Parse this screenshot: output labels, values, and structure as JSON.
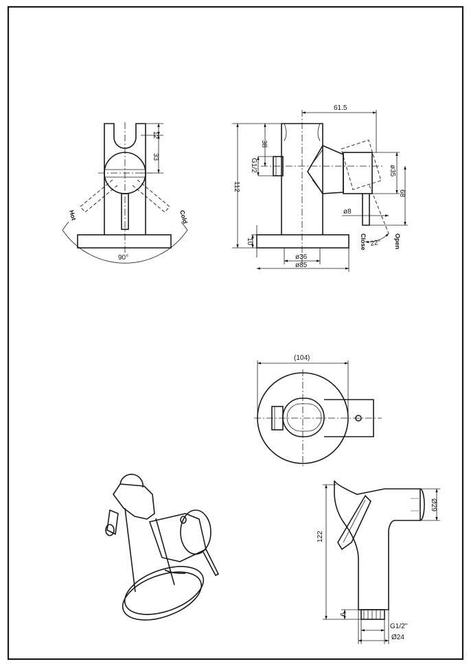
{
  "labels": {
    "front": {
      "d12": "12",
      "d33": "33",
      "hot": "Hot",
      "cold": "Cold",
      "angle": "90°"
    },
    "side": {
      "d61_5": "61.5",
      "d38": "38",
      "g12": "G1/2",
      "d112": "112",
      "d10": "10",
      "d35": "ø35",
      "d68": "68",
      "d8": "ø8",
      "close": "Close",
      "open": "Open",
      "angle": "22°",
      "d36": "ø36",
      "d85": "ø85"
    },
    "top": {
      "d104": "(104)"
    },
    "spray": {
      "d29": "Ø29",
      "d122": "122",
      "d9": "9",
      "g12": "G1/2\"",
      "d24": "Ø24"
    }
  }
}
